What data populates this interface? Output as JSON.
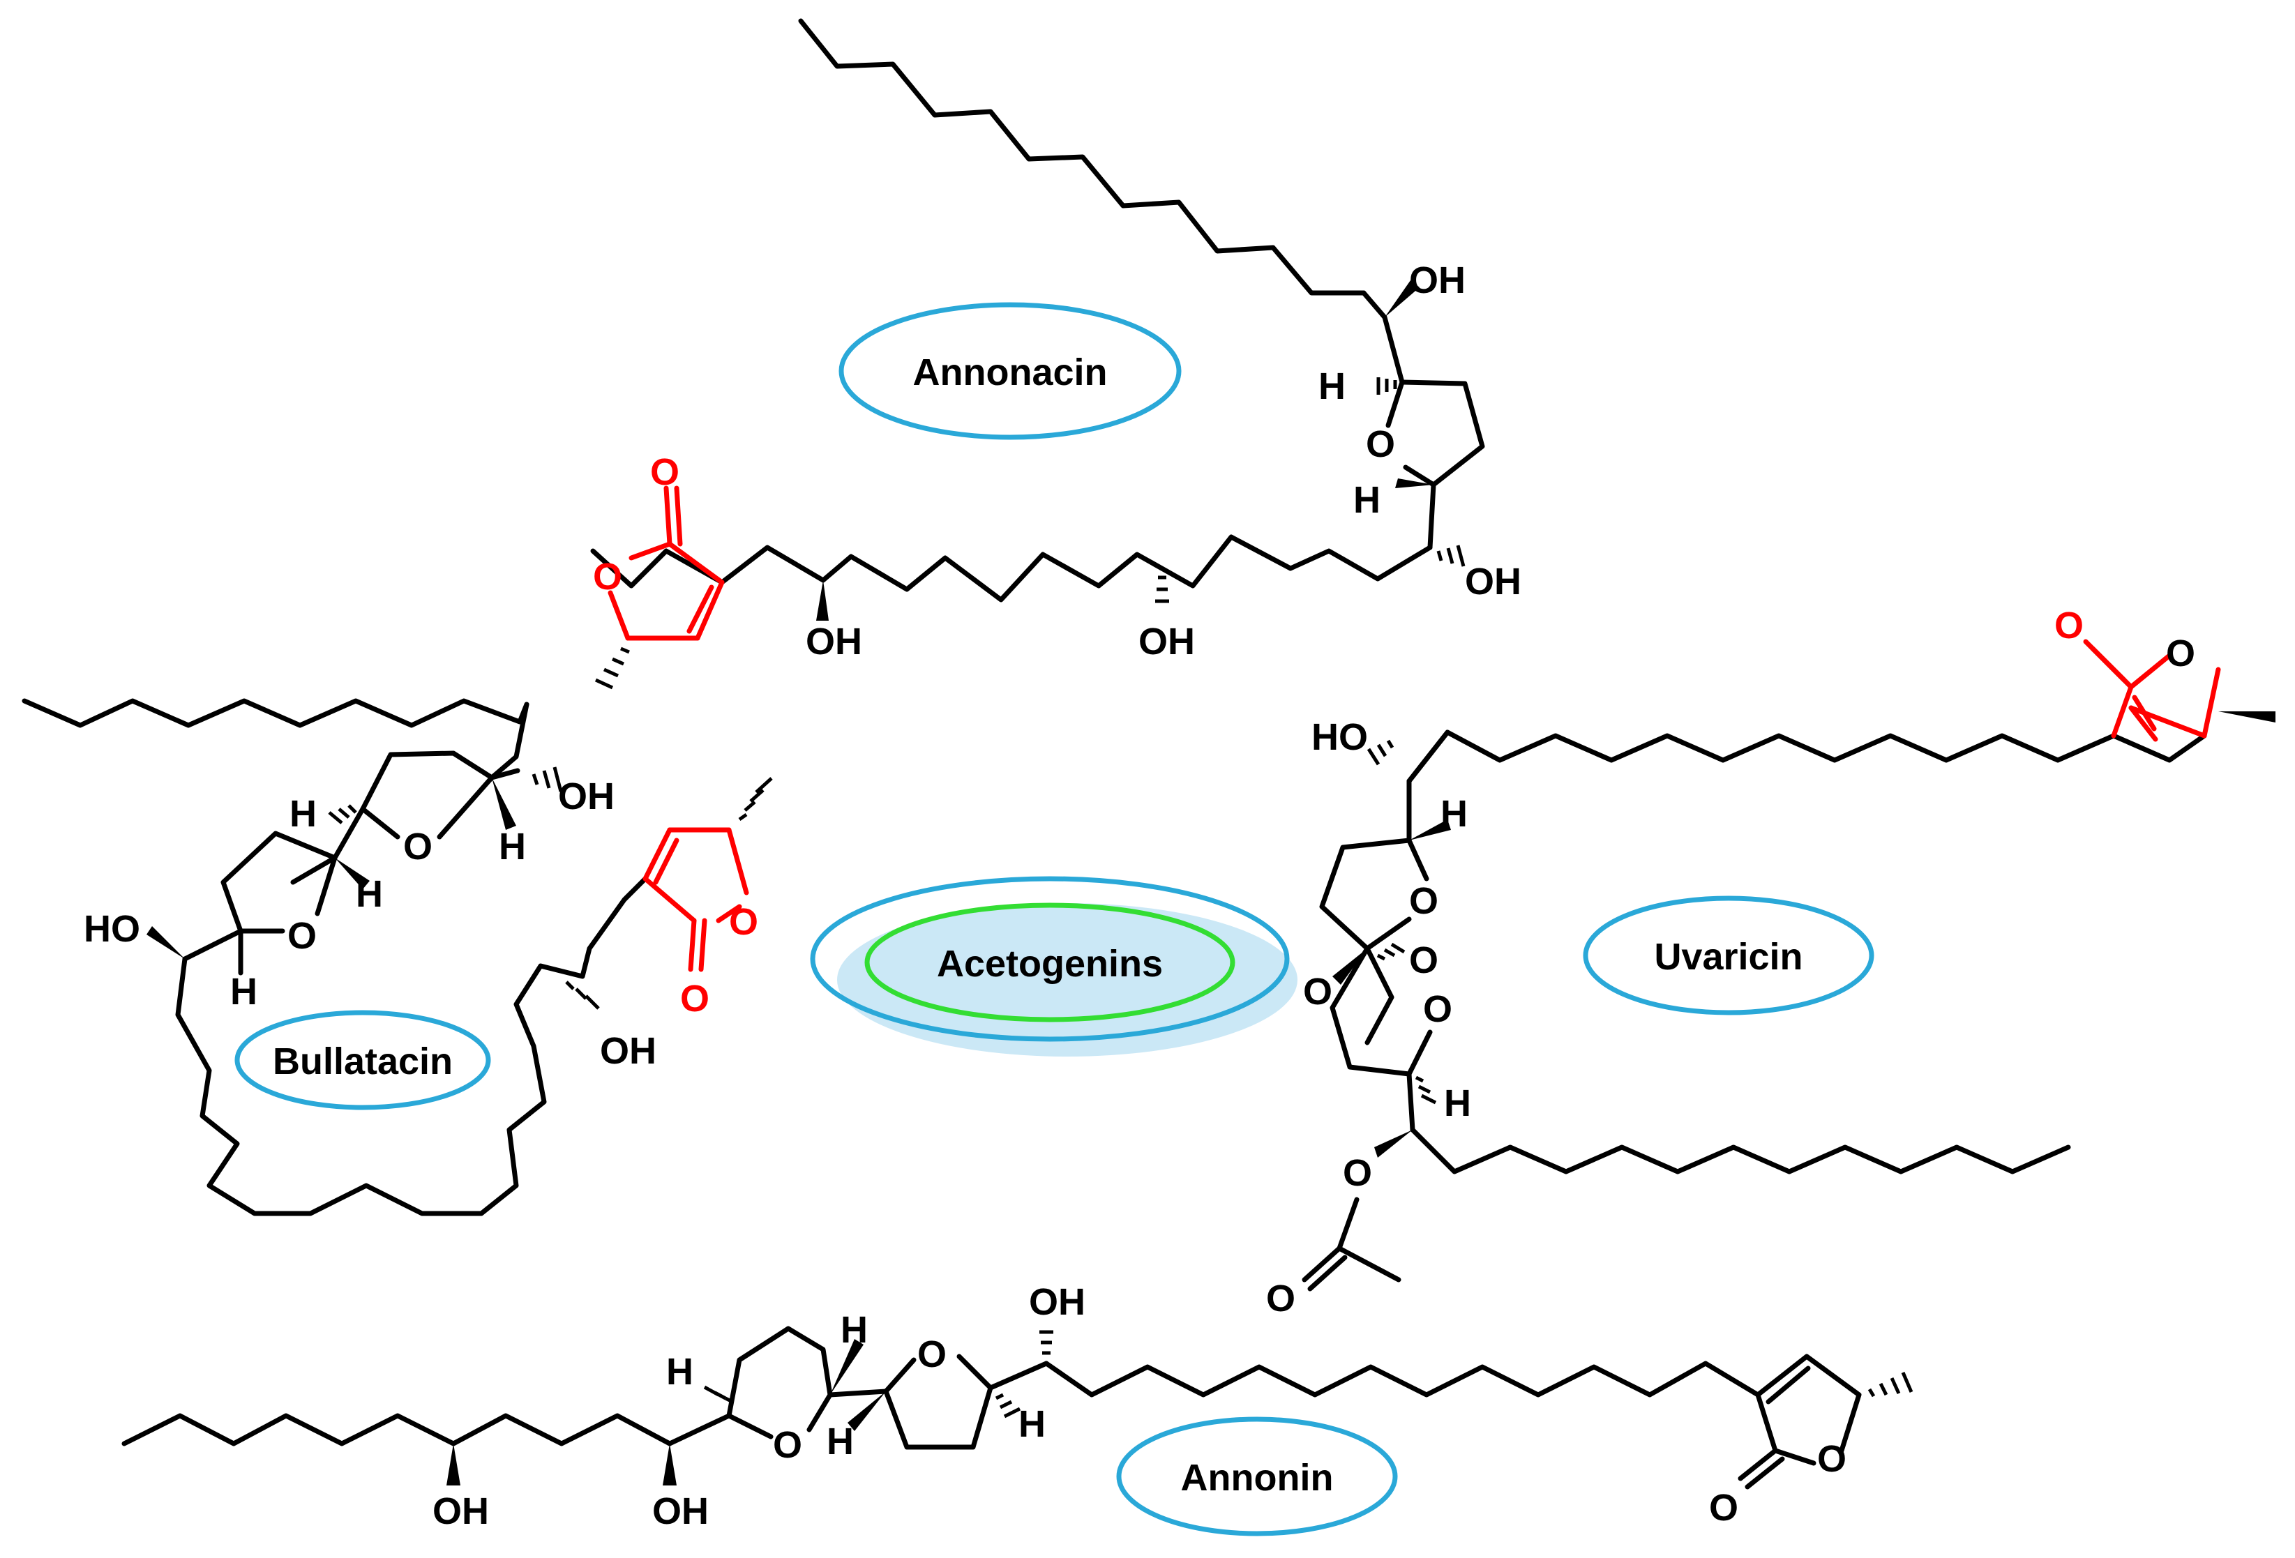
{
  "center_label": "Acetogenins",
  "molecules": {
    "annonacin": {
      "name": "Annonacin"
    },
    "bullatacin": {
      "name": "Bullatacin"
    },
    "uvaricin": {
      "name": "Uvaricin"
    },
    "annonin": {
      "name": "Annonin"
    }
  },
  "atom_labels": {
    "oh": "OH",
    "ho": "HO",
    "h": "H",
    "o": "O"
  },
  "colors": {
    "lactone": "#ff0000",
    "ellipse": "#2aa8d8",
    "center_inner": "#33dd33"
  }
}
